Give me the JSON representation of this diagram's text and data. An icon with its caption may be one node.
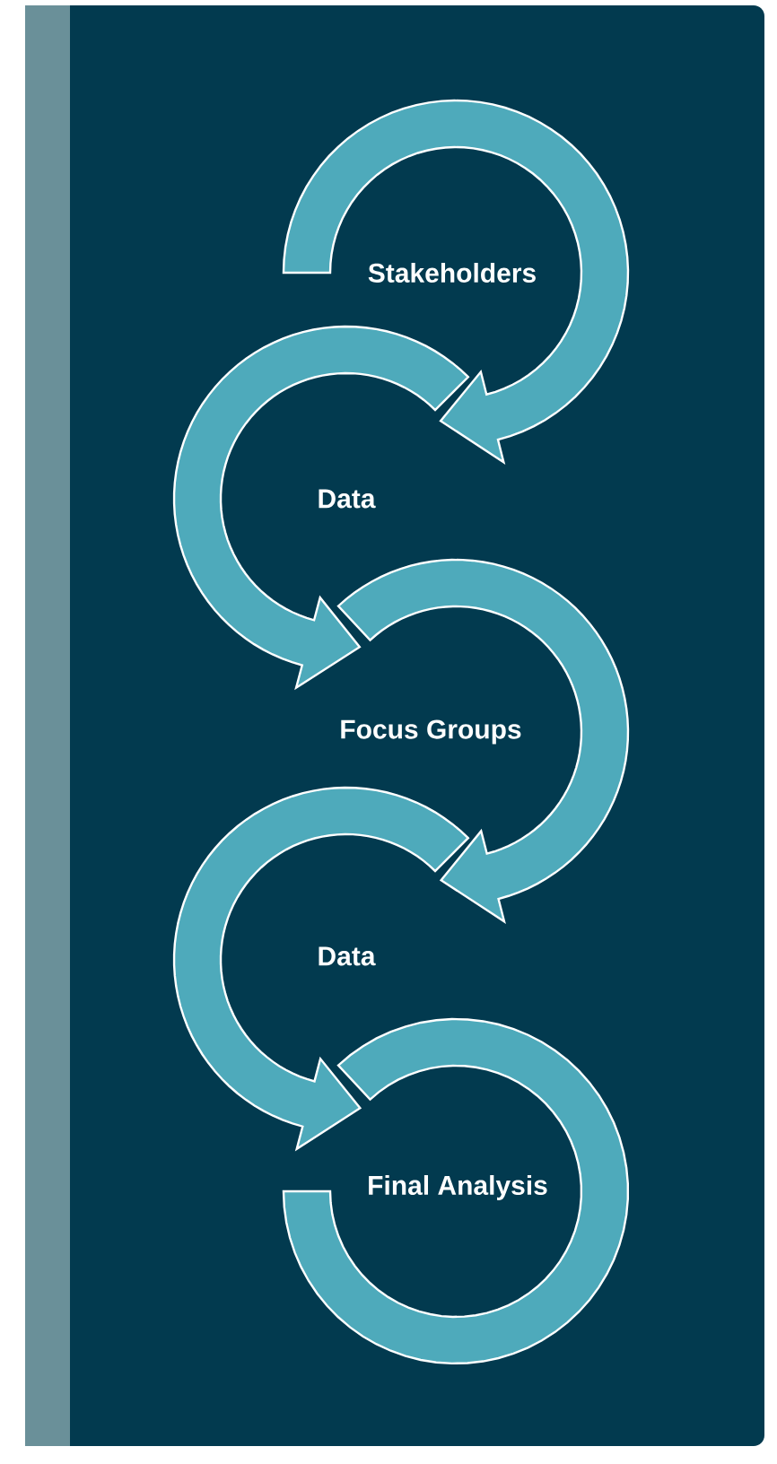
{
  "diagram": {
    "nodes": [
      {
        "text": [
          "Stakeholders"
        ]
      },
      {
        "text": [
          "Data"
        ]
      },
      {
        "text": [
          "Focus Groups"
        ]
      },
      {
        "text": [
          "Data"
        ]
      },
      {
        "text": [
          "Final Analysis"
        ]
      }
    ],
    "edges": [
      {
        "from": 0,
        "to": 1,
        "arrow": "to"
      },
      {
        "from": 1,
        "to": 2,
        "arrow": "to"
      },
      {
        "from": 2,
        "to": 3,
        "arrow": "to"
      },
      {
        "from": 3,
        "to": 4,
        "arrow": "to"
      }
    ]
  }
}
